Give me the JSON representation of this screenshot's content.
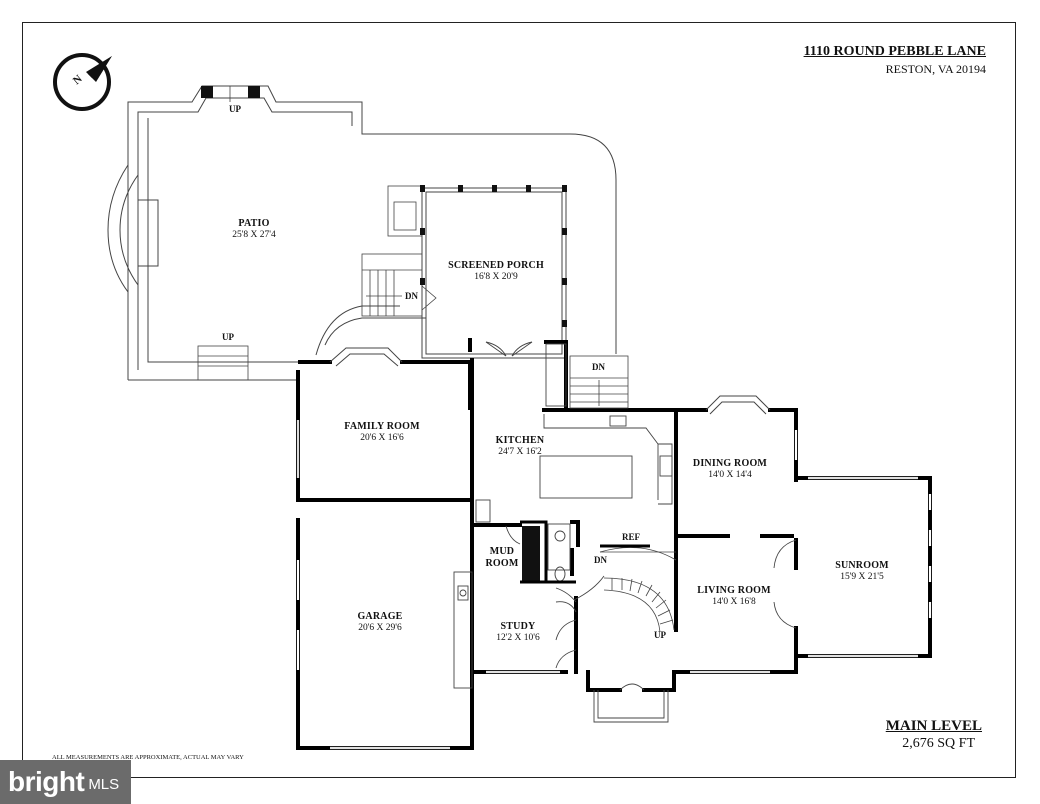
{
  "header": {
    "address": "1110 ROUND PEBBLE LANE",
    "city": "RESTON, VA 20194"
  },
  "compass": {
    "letter": "N",
    "icon": "compass-icon"
  },
  "rooms": {
    "patio": {
      "name": "PATIO",
      "dims": "25'8 X 27'4"
    },
    "screened_porch": {
      "name": "SCREENED PORCH",
      "dims": "16'8 X 20'9"
    },
    "family_room": {
      "name": "FAMILY ROOM",
      "dims": "20'6 X 16'6"
    },
    "kitchen": {
      "name": "KITCHEN",
      "dims": "24'7 X 16'2"
    },
    "dining_room": {
      "name": "DINING ROOM",
      "dims": "14'0 X 14'4"
    },
    "sunroom": {
      "name": "SUNROOM",
      "dims": "15'9 X 21'5"
    },
    "garage": {
      "name": "GARAGE",
      "dims": "20'6 X 29'6"
    },
    "mud_room": {
      "name": "MUD ROOM",
      "line1": "MUD",
      "line2": "ROOM"
    },
    "study": {
      "name": "STUDY",
      "dims": "12'2 X 10'6"
    },
    "living_room": {
      "name": "LIVING ROOM",
      "dims": "14'0 X 16'8"
    }
  },
  "markers": {
    "up": "UP",
    "dn": "DN",
    "ref": "REF"
  },
  "footer": {
    "level": "MAIN LEVEL",
    "area": "2,676 SQ FT",
    "disclaimer": "ALL MEASUREMENTS ARE APPROXIMATE, ACTUAL MAY VARY"
  },
  "logo": {
    "word": "bright",
    "suffix": "MLS"
  }
}
